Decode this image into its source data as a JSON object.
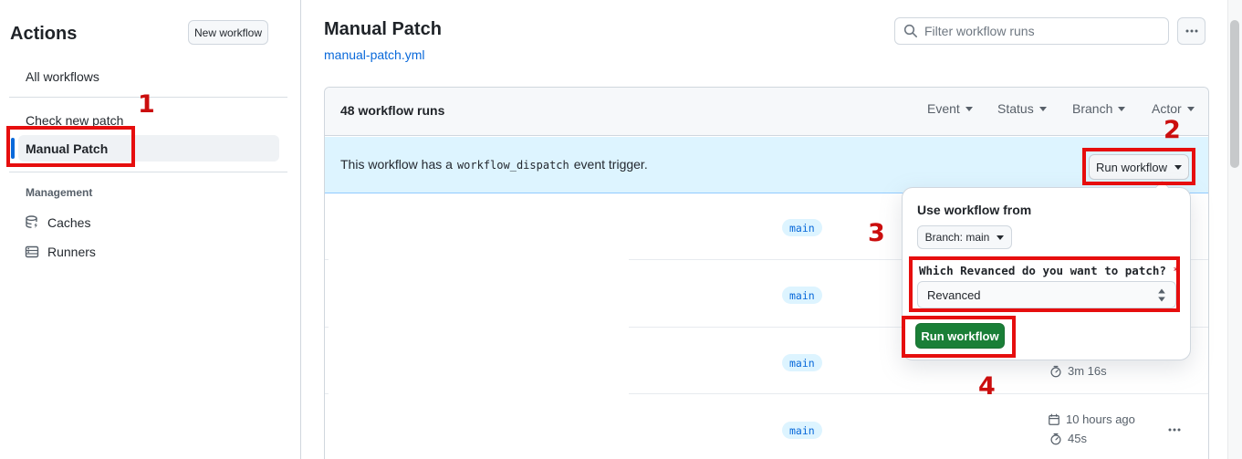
{
  "colors": {
    "tab_accent": "#fd8c73",
    "link_blue": "#0969da",
    "banner_bg": "#ddf4ff",
    "badge_bg": "#ddf4ff",
    "badge_text": "#0969da",
    "green_button": "#1a7f37",
    "annotation_red": "#e60e0e",
    "selected_accent": "#0969da"
  },
  "icons": {
    "search": "magnifier",
    "more": "horizontal-kebab-dots",
    "cache": "database-with-bolt",
    "runner": "server-rack",
    "timer": "stopwatch",
    "date": "calendar",
    "dropdown": "triangle-down-caret",
    "select": "up-down-arrows"
  },
  "sidebar": {
    "title": "Actions",
    "new_workflow_button": "New workflow",
    "items": [
      {
        "label": "All workflows"
      },
      {
        "label": "Check new patch"
      },
      {
        "label": "Manual Patch",
        "selected": true
      }
    ],
    "management": {
      "label": "Management",
      "items": [
        {
          "label": "Caches"
        },
        {
          "label": "Runners"
        }
      ]
    }
  },
  "header": {
    "title": "Manual Patch",
    "file_link": "manual-patch.yml",
    "filter_placeholder": "Filter workflow runs"
  },
  "table": {
    "runs_count_label": "48 workflow runs",
    "filters": [
      {
        "label": "Event"
      },
      {
        "label": "Status"
      },
      {
        "label": "Branch"
      },
      {
        "label": "Actor"
      }
    ],
    "banner": {
      "text_before": "This workflow has a",
      "code": "workflow_dispatch",
      "text_after": "event trigger.",
      "run_workflow_button": "Run workflow"
    },
    "runs": [
      {
        "branch": "main"
      },
      {
        "branch": "main"
      },
      {
        "branch": "main",
        "duration": "3m 16s"
      },
      {
        "branch": "main",
        "date": "10 hours ago",
        "duration": "45s"
      }
    ]
  },
  "run_dialog": {
    "title": "Use workflow from",
    "branch_selector": "Branch: main",
    "input_label": "Which Revanced do you want to patch?",
    "required_marker": "*",
    "select_value": "Revanced",
    "submit_button": "Run workflow"
  },
  "annotations": {
    "step1": "1",
    "step2": "2",
    "step3": "3",
    "step4": "4"
  }
}
